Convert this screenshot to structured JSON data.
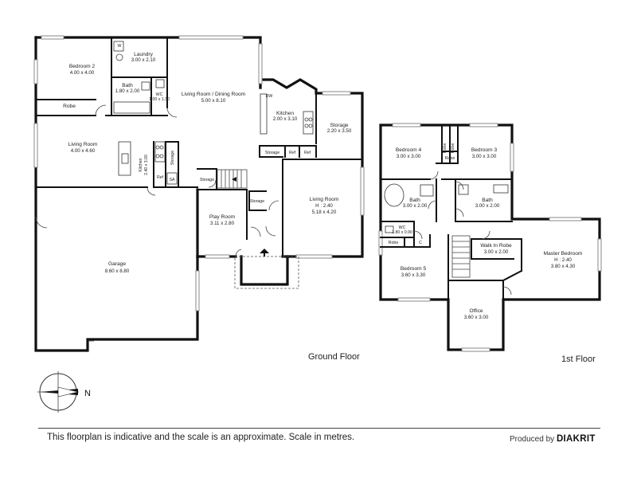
{
  "floors": {
    "ground": "Ground Floor",
    "first": "1st Floor"
  },
  "rooms": {
    "bedroom2": {
      "name": "Bedroom 2",
      "dim": "4.00 x 4.00"
    },
    "laundry": {
      "name": "Laundry",
      "dim": "3.00 x 2.10"
    },
    "laundry_w": "W",
    "bath_gf": {
      "name": "Bath",
      "dim": "1.80 x 2.00"
    },
    "wc_gf": {
      "name": "WC",
      "dim": "1.00 x 1.30"
    },
    "robe_b2": "Robe",
    "living_dining": {
      "name": "Living Room / Dining Room",
      "dim": "5.00 x 8.10"
    },
    "dw": "DW",
    "kitchen_main": {
      "name": "Kitchen",
      "dim": "2.00 x 3.10"
    },
    "storage_gf1": {
      "name": "Storage",
      "dim": "2.20 x 3.50"
    },
    "storage_small": "Storage",
    "ref1": "Ref",
    "ref2": "Ref",
    "living_left": {
      "name": "Living Room",
      "dim": "4.00 x 4.60"
    },
    "kitchen_2": {
      "name": "Kitchen",
      "dim": "2.40 x 3.00"
    },
    "kitchen_ref": "Ref",
    "storage_vert": "Storage",
    "sa": "SA",
    "storage_stair": "Storage",
    "storage_hall": "Storage",
    "living_right": {
      "name": "Living Room",
      "height": "H : 2.40",
      "dim": "5.18 x 4.20"
    },
    "play_room": {
      "name": "Play Room",
      "dim": "3.11 x 2.80"
    },
    "garage": {
      "name": "Garage",
      "dim": "8.60 x 8.80"
    },
    "bedroom4": {
      "name": "Bedroom 4",
      "dim": "3.00 x 3.00"
    },
    "robe_b4": "Robe",
    "robe_b3": "Robe",
    "robe_mid": "Robe",
    "bedroom3": {
      "name": "Bedroom 3",
      "dim": "3.00 x 3.00"
    },
    "bath_1f_left": {
      "name": "Bath",
      "dim": "3.00 x 2.00"
    },
    "bath_1f_right": {
      "name": "Bath",
      "dim": "3.00 x 2.00"
    },
    "wc_1f": {
      "name": "WC",
      "dim": "1.80 x 0.90"
    },
    "robe_b5": "Robe",
    "cupboard": "C",
    "walk_in_robe": {
      "name": "Walk In Robe",
      "dim": "3.00 x 2.00"
    },
    "master": {
      "name": "Master Bedroom",
      "height": "H : 2.40",
      "dim": "3.80 x 4.30"
    },
    "bedroom5": {
      "name": "Bedroom 5",
      "dim": "3.60 x 3.30"
    },
    "office": {
      "name": "Office",
      "dim": "3.60 x 3.00"
    }
  },
  "compass": {
    "label": "N"
  },
  "footer": {
    "note": "This floorplan is indicative and the scale is an approximate. Scale in metres.",
    "produced_by": "Produced by",
    "brand": "DIAKRIT"
  }
}
